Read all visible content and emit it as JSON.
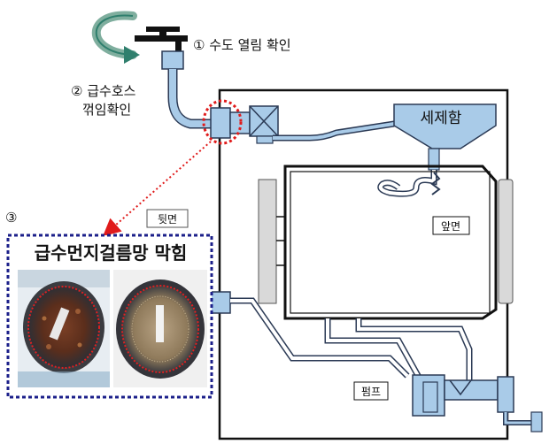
{
  "labels": {
    "step1": "① 수도 열림 확인",
    "step2_line1": "② 급수호스",
    "step2_line2": "꺾임확인",
    "step3_num": "③",
    "step3_title": "급수먼지걸름망 막힘",
    "back": "뒷면",
    "front": "앞면",
    "detergent": "세제함",
    "pump": "펌프"
  },
  "colors": {
    "pipe": "#a9cbe8",
    "pipe_stroke": "#2b3a55",
    "dashed_frame": "#1b1f8a",
    "highlight_circle": "#e01b1b",
    "arrow_green": "#2f7f6d",
    "door_gray": "#d9d9d9"
  },
  "icons": {
    "faucet": "faucet-icon",
    "rotation_arrow": "rotate-arrow-icon"
  }
}
